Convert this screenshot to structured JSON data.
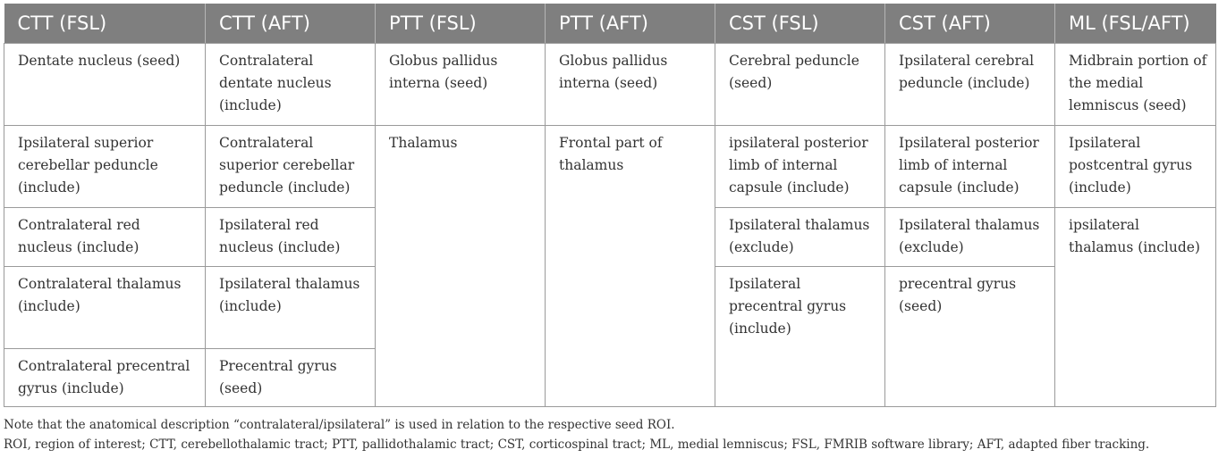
{
  "table": {
    "headers": [
      "CTT (FSL)",
      "CTT (AFT)",
      "PTT (FSL)",
      "PTT (AFT)",
      "CST (FSL)",
      "CST (AFT)",
      "ML (FSL/AFT)"
    ],
    "cells": {
      "r1c1": "Dentate nucleus (seed)",
      "r1c2": "Contralateral dentate nucleus (include)",
      "r1c3": "Globus pallidus interna (seed)",
      "r1c4": "Globus pallidus interna (seed)",
      "r1c5": "Cerebral peduncle (seed)",
      "r1c6": "Ipsilateral cerebral peduncle (include)",
      "r1c7": "Midbrain portion of the medial lemniscus (seed)",
      "r2c1": "Ipsilateral superior cerebellar peduncle (include)",
      "r2c2": "Contralateral superior cerebellar peduncle (include)",
      "r2c3": "Thalamus",
      "r2c4": "Frontal part of thalamus",
      "r2c5": "ipsilateral posterior limb of internal capsule (include)",
      "r2c6": "Ipsilateral posterior limb of internal capsule (include)",
      "r2c7": "Ipsilateral postcentral gyrus (include)",
      "r3c1": "Contralateral red nucleus (include)",
      "r3c2": "Ipsilateral red nucleus (include)",
      "r3c5": "Ipsilateral thalamus (exclude)",
      "r3c6": "Ipsilateral thalamus (exclude)",
      "r3c7": "ipsilateral thalamus (include)",
      "r4c1": "Contralateral thalamus (include)",
      "r4c2": "Ipsilateral thalamus (include)",
      "r4c5": "Ipsilateral precentral gyrus (include)",
      "r4c6": "precentral gyrus (seed)",
      "r5c1": "Contralateral precentral gyrus (include)",
      "r5c2": "Precentral gyrus (seed)"
    }
  },
  "notes": {
    "line1": "Note that the anatomical description “contralateral/ipsilateral” is used in relation to the respective seed ROI.",
    "line2": "ROI, region of interest; CTT, cerebellothalamic tract; PTT, pallidothalamic tract; CST, corticospinal tract; ML, medial lemniscus; FSL, FMRIB software library; AFT, adapted fiber tracking."
  }
}
